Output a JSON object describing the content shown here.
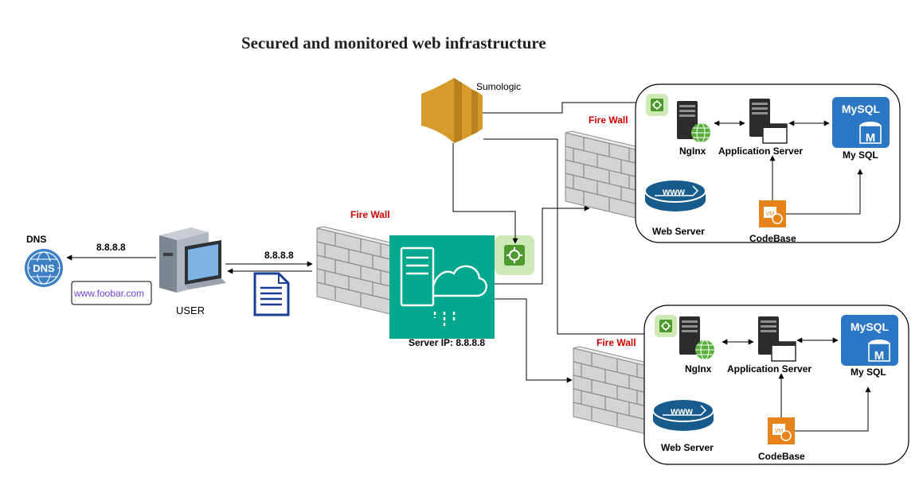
{
  "title": "Secured and monitored web infrastructure",
  "labels": {
    "dns": "DNS",
    "dns_ip": "8.8.8.8",
    "user": "USER",
    "domain": "www.foobar.com",
    "request_ip": "8.8.8.8",
    "sumologic": "Sumologic",
    "server_ip": "Server IP: 8.8.8.8",
    "dns_badge": "DNS",
    "www": "www"
  },
  "firewalls": [
    "Fire Wall",
    "Fire Wall",
    "Fire Wall"
  ],
  "clusters": [
    {
      "nginx": "NgInx",
      "app": "Application Server",
      "mysql": "My SQL",
      "mysql_logo": "MySQL",
      "mysql_letter": "M",
      "web": "Web Server",
      "codebase": "CodeBase",
      "vm": "VM"
    },
    {
      "nginx": "NgInx",
      "app": "Application Server",
      "mysql": "My SQL",
      "mysql_logo": "MySQL",
      "mysql_letter": "M",
      "web": "Web Server",
      "codebase": "CodeBase",
      "vm": "VM"
    }
  ],
  "colors": {
    "firewall": "#cc0000",
    "server_block": "#01a88d",
    "sumologic": "#d79b2b",
    "mysql": "#2c77c4",
    "codebase": "#e7831b",
    "agent": "#7ab648",
    "dns_badge": "#3d7fc4",
    "web_server": "#175a8c"
  }
}
